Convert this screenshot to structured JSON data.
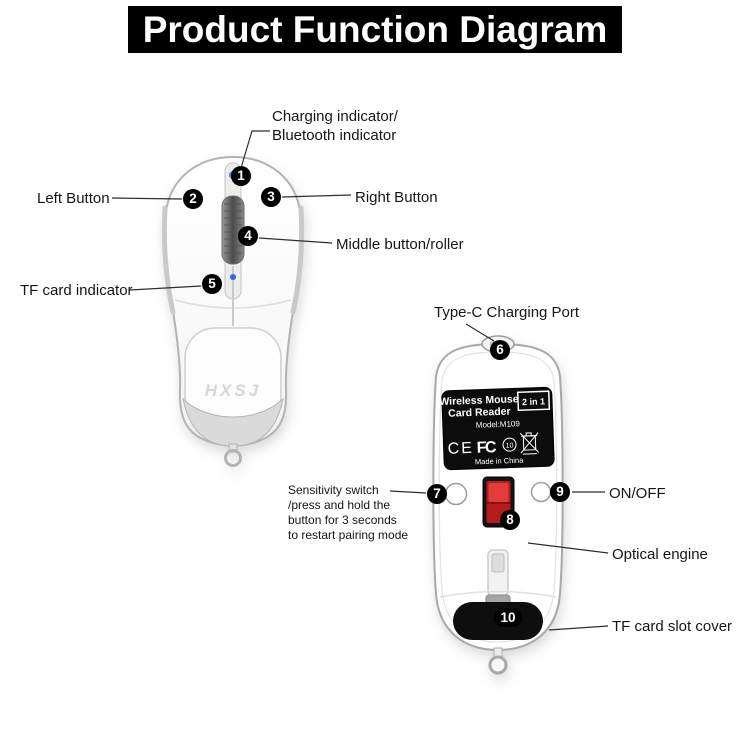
{
  "title": "Product Function Diagram",
  "colors": {
    "banner_bg": "#000000",
    "banner_text": "#ffffff",
    "badge_bg": "#000000",
    "badge_text": "#ffffff",
    "indicator_blue": "#4b86f2",
    "switch_red": "#c22222",
    "label_text": "#151515"
  },
  "top_mouse": {
    "brand": "HXSJ"
  },
  "sticker": {
    "line1": "Wireless Mouse",
    "line2": "Card Reader",
    "badge": "2 in 1",
    "model": "Model:M109",
    "ce_mark": "CE",
    "fcc_mark": "FC",
    "cert_dot": "10",
    "made_in": "Made in China"
  },
  "callouts": [
    {
      "num": "1",
      "label": "Charging indicator/\nBluetooth indicator"
    },
    {
      "num": "2",
      "label": "Left Button"
    },
    {
      "num": "3",
      "label": "Right Button"
    },
    {
      "num": "4",
      "label": "Middle button/roller"
    },
    {
      "num": "5",
      "label": "TF card indicator"
    },
    {
      "num": "6",
      "label": "Type-C Charging Port"
    },
    {
      "num": "7",
      "label": "Sensitivity switch\n/press and hold the\nbutton for 3 seconds\nto restart pairing mode"
    },
    {
      "num": "8",
      "label": "Optical engine"
    },
    {
      "num": "9",
      "label": "ON/OFF"
    },
    {
      "num": "10",
      "label": "TF card slot cover"
    }
  ]
}
